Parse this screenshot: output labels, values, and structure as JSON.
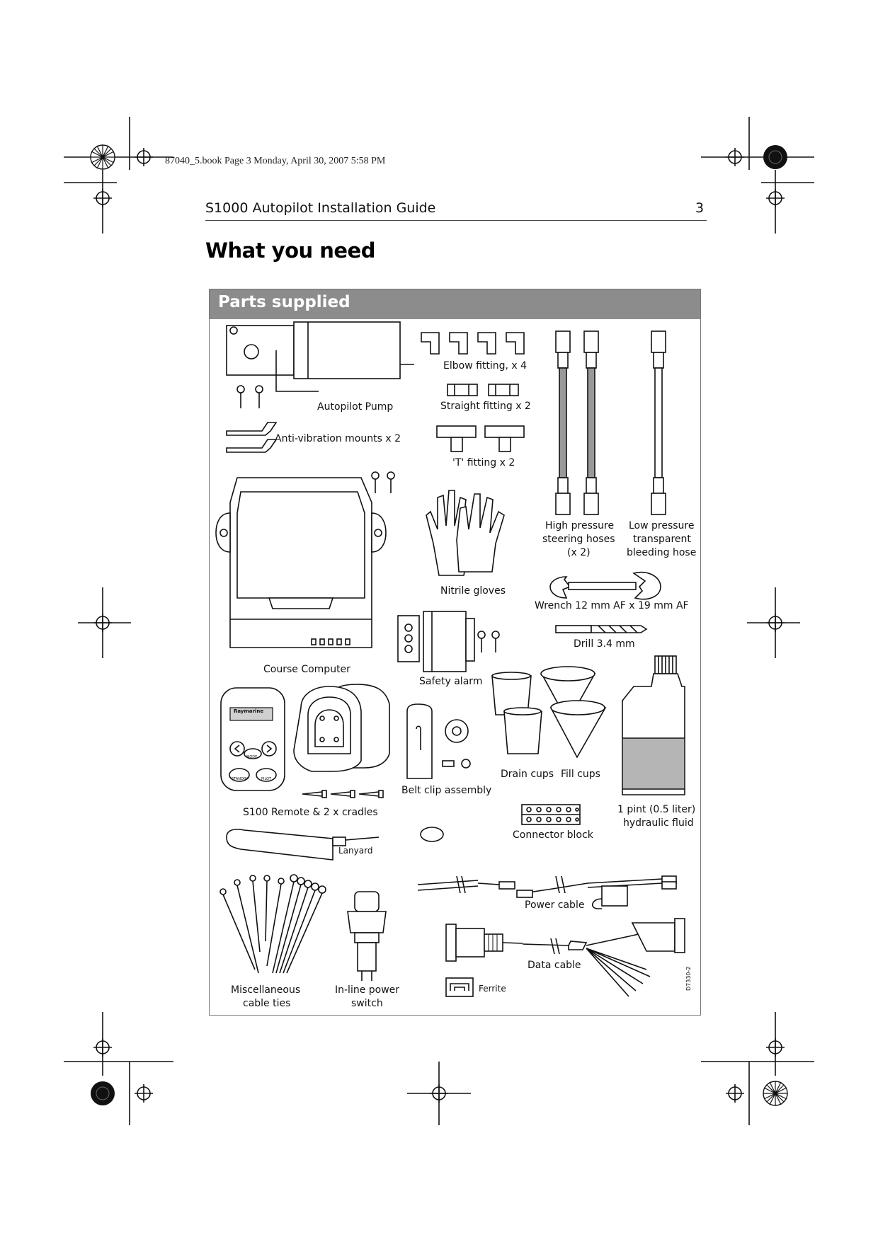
{
  "print_info": "87040_5.book  Page 3  Monday, April 30, 2007  5:58 PM",
  "header": {
    "title": "S1000 Autopilot Installation Guide",
    "page_number": "3"
  },
  "page_title": "What you need",
  "panel": {
    "title": "Parts supplied",
    "figure_id": "D7330-2",
    "labels": {
      "autopilot_pump": "Autopilot Pump",
      "anti_vibration": "Anti-vibration mounts x 2",
      "elbow_fitting": "Elbow fitting, x 4",
      "straight_fitting": "Straight fitting x 2",
      "t_fitting": "'T' fitting x 2",
      "high_pressure_1": "High pressure",
      "high_pressure_2": "steering hoses",
      "high_pressure_3": "(x 2)",
      "low_pressure_1": "Low pressure",
      "low_pressure_2": "transparent",
      "low_pressure_3": "bleeding hose",
      "nitrile_gloves": "Nitrile gloves",
      "wrench": "Wrench  12 mm AF x 19 mm AF",
      "drill": "Drill 3.4 mm",
      "course_computer": "Course Computer",
      "safety_alarm": "Safety alarm",
      "drain_cups": "Drain cups",
      "fill_cups": "Fill cups",
      "hydraulic_1": "1 pint (0.5 liter)",
      "hydraulic_2": "hydraulic fluid",
      "s100_remote": "S100 Remote & 2 x cradles",
      "belt_clip": "Belt clip assembly",
      "connector_block": "Connector block",
      "lanyard": "Lanyard",
      "power_cable": "Power cable",
      "data_cable": "Data cable",
      "cable_ties_1": "Miscellaneous",
      "cable_ties_2": "cable ties",
      "inline_switch_1": "In-line power",
      "inline_switch_2": "switch",
      "ferrite": "Ferrite"
    },
    "remote_text": {
      "brand": "Raymarine",
      "mode": "MODE",
      "standby": "STANDBY",
      "pilot": "PILOT"
    }
  }
}
